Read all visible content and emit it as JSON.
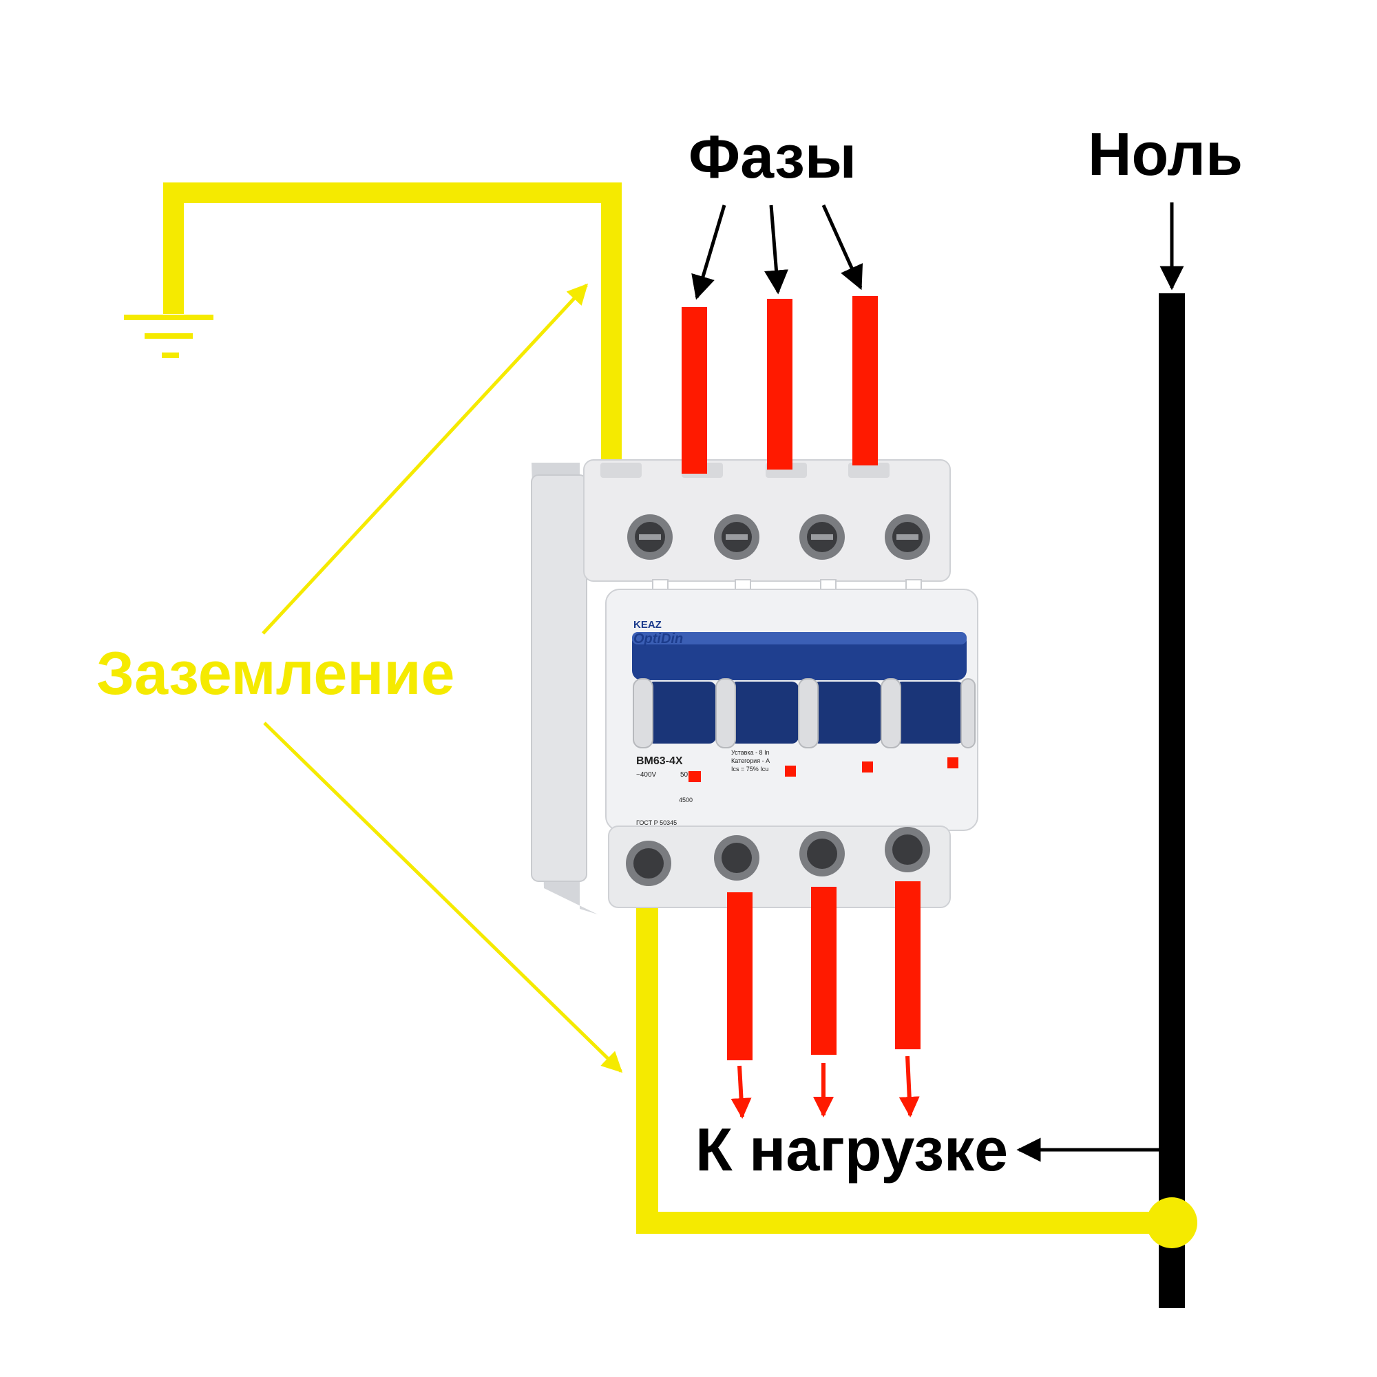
{
  "labels": {
    "phases": "Фазы",
    "neutral": "Ноль",
    "ground": "Заземление",
    "to_load": "К нагрузке"
  },
  "breaker": {
    "brand": "KEAZ",
    "series": "OptiDin",
    "model": "BM63-4X",
    "voltage": "~400V",
    "frequency": "50Hz",
    "rating": "4500",
    "standard": "ГОСТ Р 50345",
    "spec_lines": [
      "Уставка - 8 In",
      "Категория - A",
      "Ics = 75% Icu"
    ]
  },
  "colors": {
    "ground_wire": "#f5ea00",
    "phase_wire": "#ff1a00",
    "neutral_wire": "#000000",
    "breaker_body": "#e9eaec",
    "breaker_handle": "#1f3f8f"
  }
}
